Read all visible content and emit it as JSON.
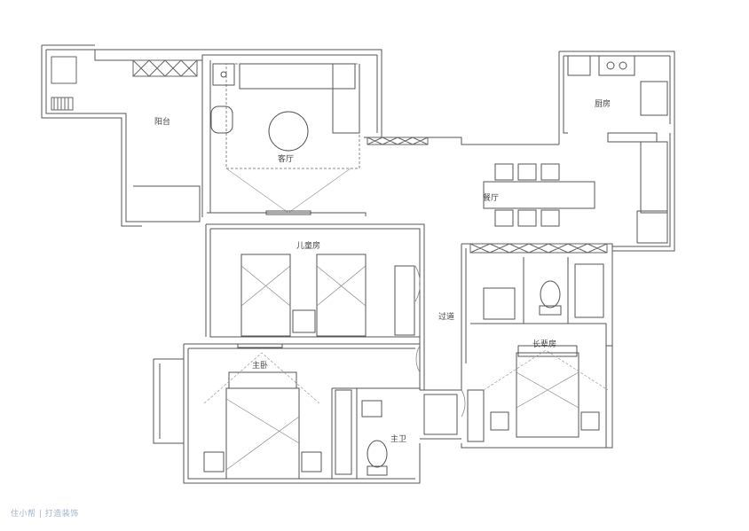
{
  "rooms": {
    "balcony": "阳台",
    "living_room": "客厅",
    "kitchen": "厨房",
    "dining_room": "餐厅",
    "kids_room": "儿童房",
    "corridor": "过道",
    "elder_room": "长辈房",
    "master_bedroom": "主卧",
    "master_bath": "主卫"
  },
  "watermark": "住小帮 | 打造装饰"
}
